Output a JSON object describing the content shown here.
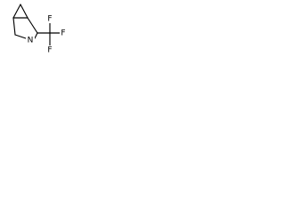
{
  "molecule": {
    "atoms": {
      "nitrogen": "N",
      "fluorine_top": "F",
      "fluorine_right": "F",
      "fluorine_bottom": "F"
    }
  }
}
